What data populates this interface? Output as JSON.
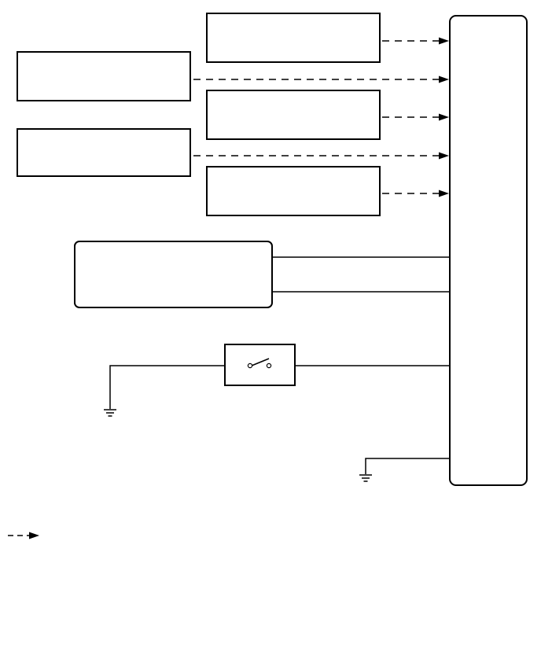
{
  "diagram": {
    "type": "wiring-block-diagram",
    "legend": {
      "dashed_arrow_label": ""
    },
    "blocks": {
      "top_center_1": "",
      "left_1": "",
      "top_center_2": "",
      "left_2": "",
      "top_center_3": "",
      "center_module": "",
      "switch": "",
      "right_unit": ""
    },
    "signal_lines": [
      "dashed",
      "dashed",
      "dashed",
      "dashed",
      "dashed"
    ],
    "wire_lines": [
      "solid",
      "solid"
    ],
    "icons": {
      "switch": "open-switch-icon",
      "ground": "ground-symbol-icon",
      "arrow": "arrowhead-icon"
    },
    "colors": {
      "stroke": "#000000",
      "background": "#ffffff"
    }
  }
}
